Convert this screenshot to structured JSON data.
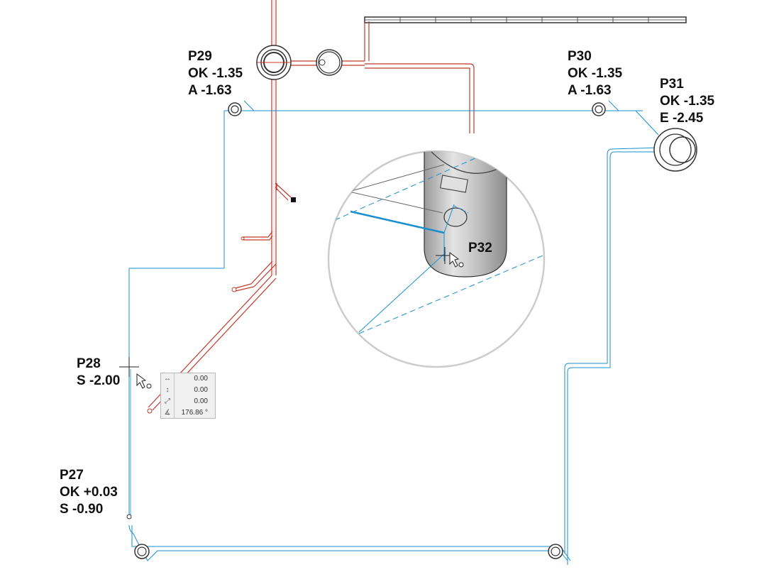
{
  "colors": {
    "pipe_blue": "#1a8fcf",
    "pipe_red": "#c0392b",
    "outline": "#333333",
    "magnifier_border": "#cccccc",
    "label_text": "#111111"
  },
  "labels": {
    "p29": {
      "id": "P29",
      "line2": "OK -1.35",
      "line3": "A -1.63"
    },
    "p30": {
      "id": "P30",
      "line2": "OK -1.35",
      "line3": "A -1.63"
    },
    "p31": {
      "id": "P31",
      "line2": "OK -1.35",
      "line3": "E -2.45"
    },
    "p28": {
      "id": "P28",
      "line2": "S -2.00"
    },
    "p27": {
      "id": "P27",
      "line2": "OK +0.03",
      "line3": "S -0.90"
    },
    "p32": {
      "id": "P32"
    }
  },
  "coordinate_input": {
    "rows": [
      {
        "icon": "horizontal-distance-icon",
        "glyph": "↔",
        "value": "0.00"
      },
      {
        "icon": "vertical-distance-icon",
        "glyph": "↕",
        "value": "0.00"
      },
      {
        "icon": "diagonal-distance-icon",
        "glyph": "⤢",
        "value": "0.00"
      },
      {
        "icon": "angle-icon",
        "glyph": "∡",
        "value": "176.86 °"
      }
    ]
  }
}
